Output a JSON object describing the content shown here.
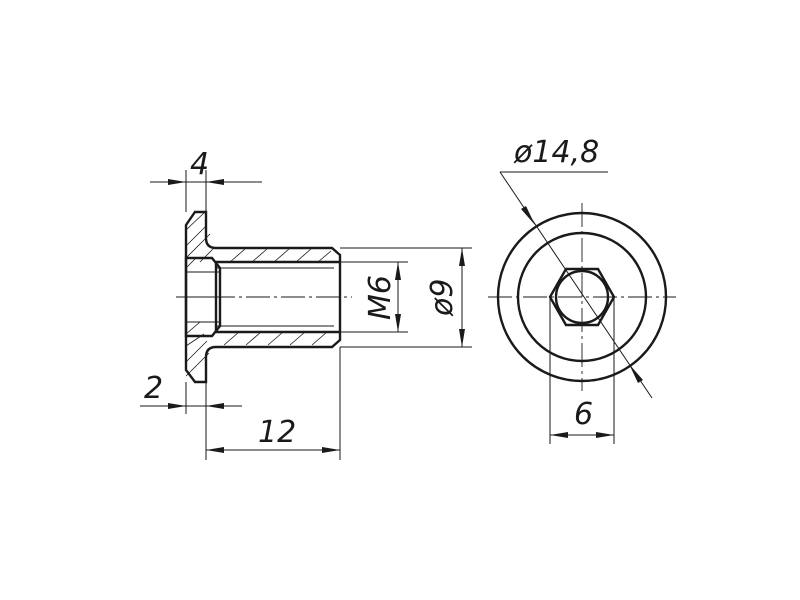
{
  "drawing": {
    "dimensions": {
      "flange_thickness": "4",
      "head_recess": "2",
      "shank_length": "12",
      "thread": "M6",
      "shank_diameter": "ø9",
      "flange_diameter": "ø14,8",
      "hex_width": "6"
    }
  }
}
